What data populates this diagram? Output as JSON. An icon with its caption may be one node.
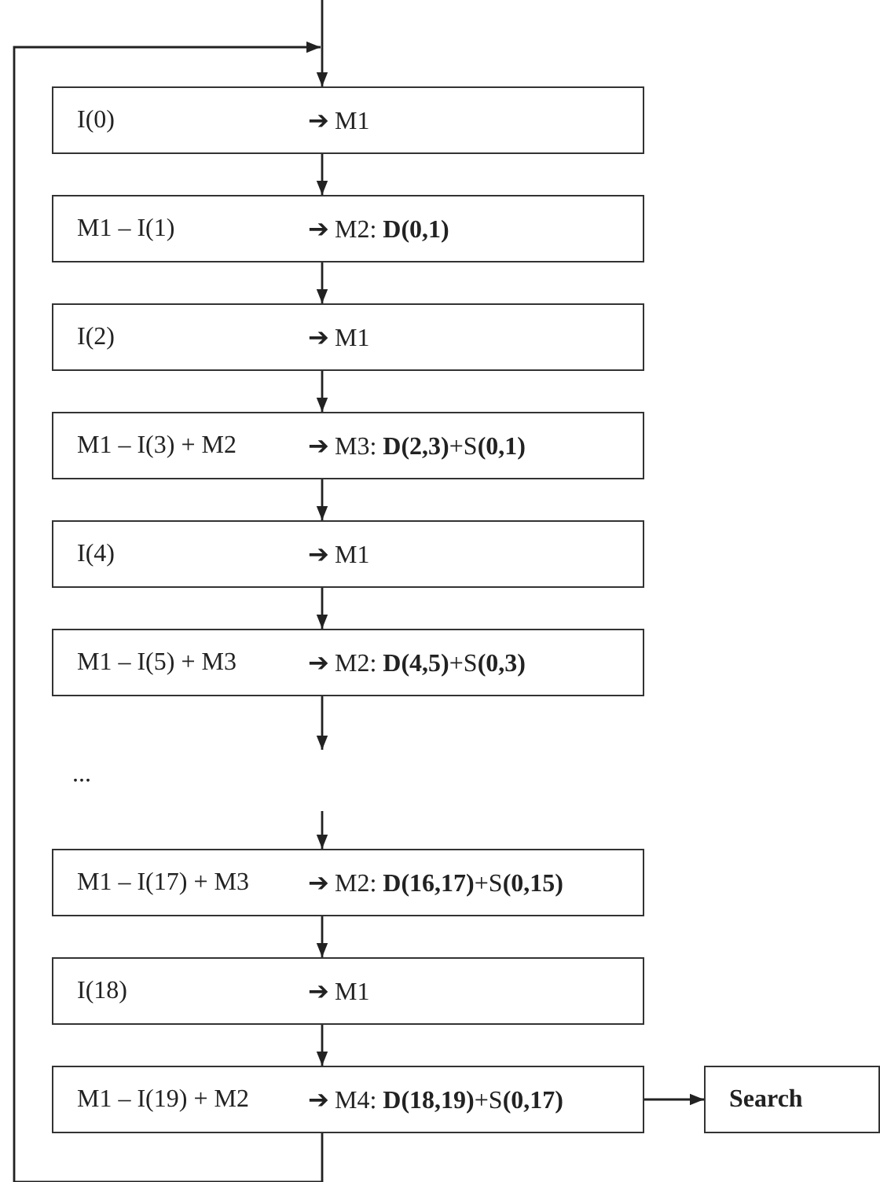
{
  "diagram": {
    "nodes": [
      {
        "text": [
          "I(0)",
          "➔ M1"
        ]
      },
      {
        "text": [
          "M1 – I(1)",
          "➔ M2: **D(0,1)**"
        ]
      },
      {
        "text": [
          "I(2)",
          "➔ M1"
        ]
      },
      {
        "text": [
          "M1 – I(3) + M2",
          "➔ M3: **D(2,3)**+S**(0,1)**"
        ]
      },
      {
        "text": [
          "I(4)",
          "➔ M1"
        ]
      },
      {
        "text": [
          "M1 – I(5) + M3",
          "➔ M2: **D(4,5)**+S**(0,3)**"
        ]
      },
      {
        "text": [
          "M1 – I(17) + M3",
          "➔ M2: **D(16,17)**+S**(0,15)**"
        ]
      },
      {
        "text": [
          "I(18)",
          "➔ M1"
        ]
      },
      {
        "text": [
          "M1 – I(19) + M2",
          "➔ M4: **D(18,19)**+S**(0,17)**"
        ]
      },
      {
        "text": [
          "Search"
        ]
      }
    ],
    "edges": [
      {
        "from": null,
        "to": 0,
        "arrow": "to"
      },
      {
        "from": 0,
        "to": 1,
        "arrow": "to"
      },
      {
        "from": 1,
        "to": 2,
        "arrow": "to"
      },
      {
        "from": 2,
        "to": 3,
        "arrow": "to"
      },
      {
        "from": 3,
        "to": 4,
        "arrow": "to"
      },
      {
        "from": 4,
        "to": 5,
        "arrow": "to"
      },
      {
        "from": 5,
        "to": null,
        "arrow": "to"
      },
      {
        "from": null,
        "to": 6,
        "arrow": "to"
      },
      {
        "from": 6,
        "to": 7,
        "arrow": "to"
      },
      {
        "from": 7,
        "to": 8,
        "arrow": "to"
      },
      {
        "from": 8,
        "to": 9,
        "arrow": "to"
      },
      {
        "from": 8,
        "to": 0,
        "arrow": "to"
      }
    ],
    "labels": [
      "..."
    ]
  }
}
